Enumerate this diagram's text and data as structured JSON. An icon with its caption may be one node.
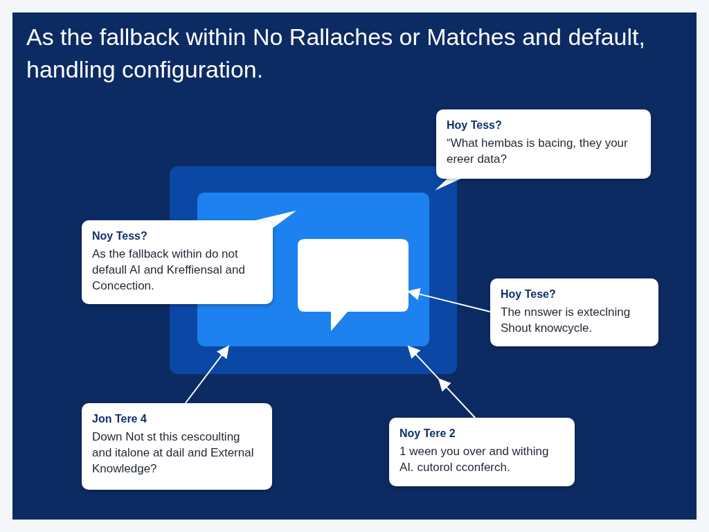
{
  "diagram": {
    "title": "As the fallback within No Rallaches or Matches and default, handling configuration.",
    "nodes": [
      {
        "text": [],
        "shape": "box"
      },
      {
        "text": [],
        "shape": "box",
        "in": 0
      },
      {
        "text": [],
        "shape": "bubble",
        "in": 1
      },
      {
        "text": [
          "Hoy Tess?",
          "“What hembas is bacing, they your ereer data?"
        ]
      },
      {
        "text": [
          "Noy Tess?",
          "As the fallback within do not defaull AI and Kreffiensal and Concection."
        ]
      },
      {
        "text": [
          "Hoy Tese?",
          "The nnswer is exteclning Shout knowcycle."
        ]
      },
      {
        "text": [
          "Jon Tere 4",
          "Down Not st this cescoulting and italone at dail and External Knowledge?"
        ]
      },
      {
        "text": [
          "Noy Tere 2",
          "1 ween you over and withing AI. cutorol cconferch."
        ]
      }
    ],
    "edges": [
      {
        "from": 5,
        "to": 2,
        "arrow": "to"
      },
      {
        "from": 6,
        "to": 1,
        "arrow": "to"
      },
      {
        "from": 7,
        "to": 1,
        "arrow": "to"
      }
    ]
  }
}
